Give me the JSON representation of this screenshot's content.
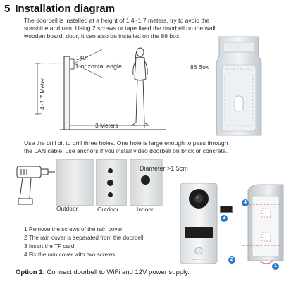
{
  "section": {
    "number": "5",
    "title": "Installation diagram"
  },
  "intro_lines": [
    "The doorbell is installed at a height of 1.4~1.7 meters, try to avoid the",
    "sunshine and rain, Using 2 screws or tape fixed the doorbell on the wall,",
    "wooden board, door, It can also be installed on the 86 box."
  ],
  "diagram": {
    "angle": "140°",
    "angle_label": "Horizontal angle",
    "height_label": "1.4~1.7 Meter",
    "distance_label": "3 Meters",
    "box_label": "86 Box"
  },
  "drill_lines": [
    "Use the drill bit to drill three holes. One hole is large enough to pass through",
    "the LAN cable, use anchors if you install video doorbell on brick or concrete."
  ],
  "holes": {
    "diameter_label": "Diameter >1.5cm",
    "labels": [
      "Outdoor",
      "Outdoor",
      "Indoor"
    ]
  },
  "steps": [
    "1 Remove the screws of the rain cover",
    "2 The rain cover is separated from the doorbell",
    "3 Insert the TF card",
    "4 Fix the rain cover with two screws"
  ],
  "badges": [
    "1",
    "2",
    "3",
    "4"
  ],
  "option": {
    "label": "Option 1:",
    "text": " Connect doorbell to WiFi and 12V power supply."
  },
  "colors": {
    "badge": "#2a78c8",
    "text": "#333333",
    "line": "#444444"
  }
}
